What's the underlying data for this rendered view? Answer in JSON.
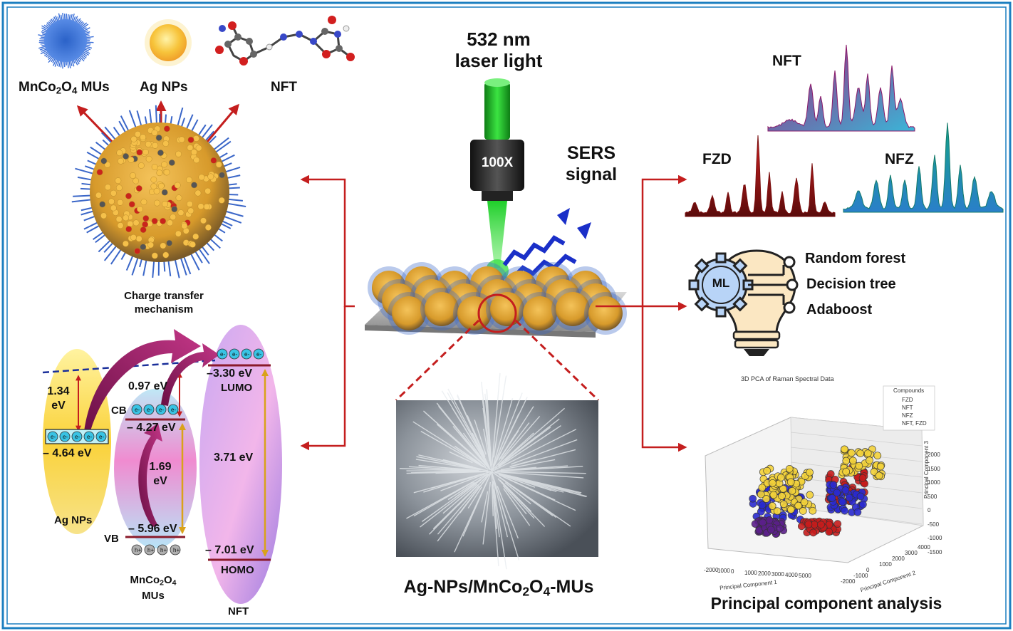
{
  "top_materials": {
    "mnco_mus": {
      "pre": "MnCo",
      "s1": "2",
      "mid": "O",
      "s2": "4",
      "post": " MUs"
    },
    "ag_nps": "Ag NPs",
    "nft": "NFT"
  },
  "charge_transfer": {
    "title_line1": "Charge transfer",
    "title_line2": "mechanism",
    "gap_ag": "1.34\neV",
    "gap_top": "0.97 eV",
    "cb": "CB",
    "vb": "VB",
    "level_ag": "– 4.64 eV",
    "level_cb": "– 4.27 eV",
    "level_vb": "– 5.96 eV",
    "level_lumo": "–3.30 eV",
    "lumo": "LUMO",
    "gap_mn": "1.69\neV",
    "gap_nft": "3.71 eV",
    "level_homo": "– 7.01 eV",
    "homo": "HOMO",
    "ag_label": "Ag NPs",
    "mn_label": {
      "pre": "MnCo",
      "s1": "2",
      "mid": "O",
      "s2": "4",
      "line2": "MUs"
    },
    "nft_label": "NFT",
    "electron": "e",
    "hole": "h",
    "charge_neg": "-",
    "charge_pos": "+"
  },
  "laser": {
    "line1": "532 nm",
    "line2": "laser light",
    "objective": "100X",
    "sers_line1": "SERS",
    "sers_line2": "signal"
  },
  "substrate_label": {
    "pre": "Ag-NPs/MnCo",
    "s1": "2",
    "mid": "O",
    "s2": "4",
    "post": "-MUs"
  },
  "spectra": {
    "nft": "NFT",
    "fzd": "FZD",
    "nfz": "NFZ"
  },
  "ml": {
    "badge": "ML",
    "items": [
      "Random forest",
      "Decision tree",
      "Adaboost"
    ]
  },
  "pca": {
    "title": "3D PCA of Raman Spectral Data",
    "legend_title": "Compounds",
    "legend": [
      {
        "name": "FZD",
        "color": "#5b1f8a"
      },
      {
        "name": "NFT",
        "color": "#2a2ad0"
      },
      {
        "name": "NFZ",
        "color": "#f3d23a"
      },
      {
        "name": "NFT, FZD",
        "color": "#c71c1c"
      }
    ],
    "axis1_label": "Principal Component 1",
    "axis2_label": "Principal Component 2",
    "axis3_label": "Principal Component 3",
    "ticks_pc1": [
      "-2000",
      "1000",
      "0",
      "1000",
      "2000",
      "3000",
      "4000",
      "5000"
    ],
    "ticks_pc2": [
      "-2000",
      "-1000",
      "0",
      "1000",
      "2000",
      "3000",
      "4000"
    ],
    "ticks_pc3": [
      "2000",
      "1500",
      "1000",
      "500",
      "0",
      "-500",
      "-1000",
      "-1500"
    ],
    "caption": "Principal component analysis"
  },
  "colors": {
    "border": "#1c7fc0",
    "arrow": "#c41e1e",
    "laser": "#22c02a",
    "sers": "#1a2fc8",
    "nft_spec_top": "#a0207a",
    "fzd_spec": "#b51313",
    "nfz_spec": "#1f9a8a"
  }
}
